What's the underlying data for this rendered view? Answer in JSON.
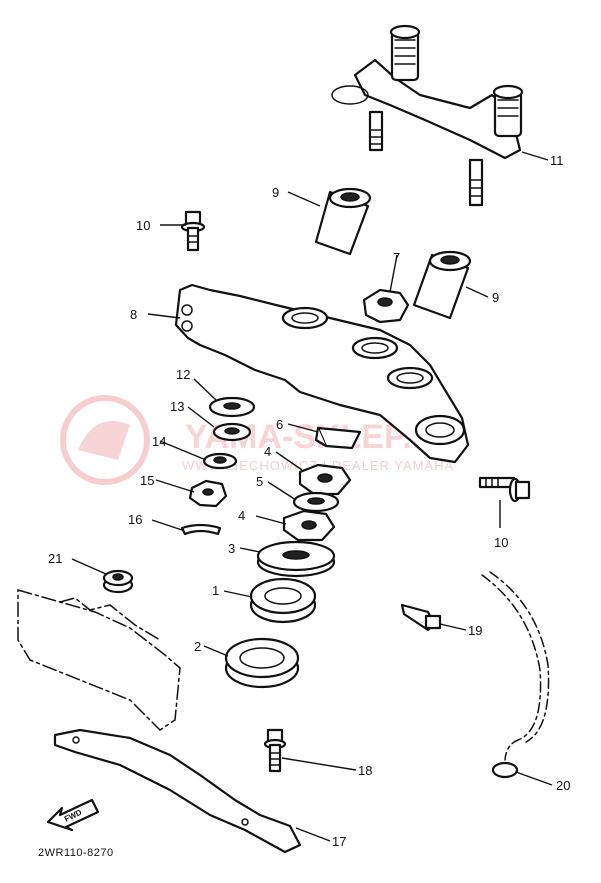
{
  "diagram": {
    "callouts": [
      "1",
      "2",
      "3",
      "4",
      "4",
      "5",
      "6",
      "7",
      "8",
      "9",
      "9",
      "10",
      "10",
      "11",
      "12",
      "13",
      "14",
      "15",
      "16",
      "17",
      "18",
      "19",
      "20",
      "21"
    ],
    "fwd_label": "FWD",
    "code": "2WR110-8270"
  },
  "watermark": {
    "main": "YAMA-SKLEP.PL",
    "sub": "WWW.ZIECHOWICZ I DEALER YAMAHA"
  },
  "colors": {
    "line": "#111111",
    "watermark": "#f2b9bc"
  }
}
